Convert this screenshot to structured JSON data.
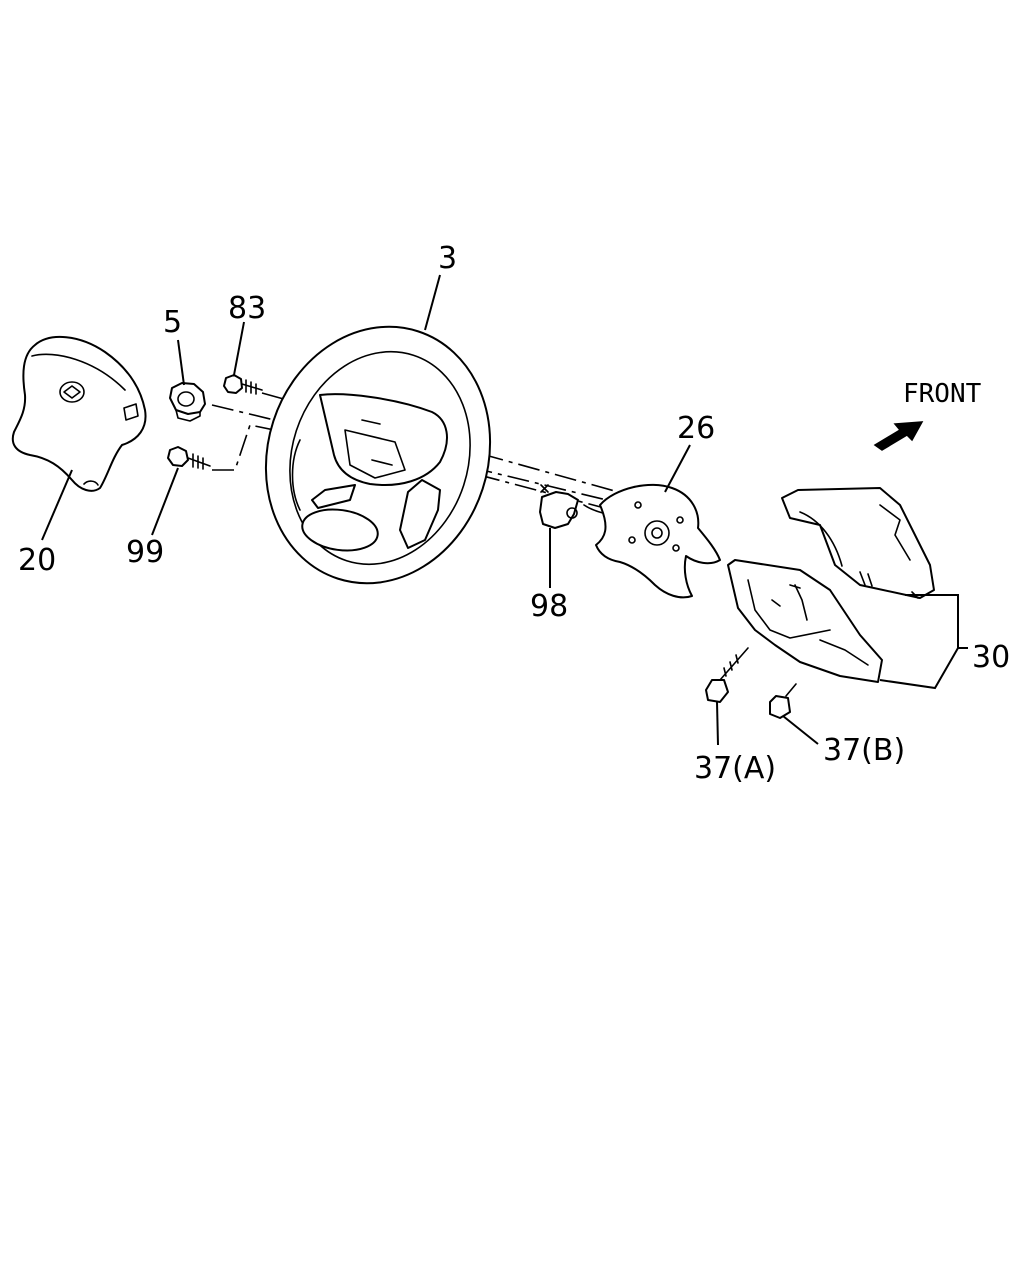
{
  "diagram": {
    "front_label": "FRONT",
    "callouts": {
      "steering_wheel": "3",
      "nut": "5",
      "screw_83": "83",
      "airbag_pad": "20",
      "screw_99": "99",
      "cover_26": "26",
      "bracket_98": "98",
      "column_cover": "30",
      "screw_37a": "37(A)",
      "screw_37b": "37(B)"
    }
  }
}
